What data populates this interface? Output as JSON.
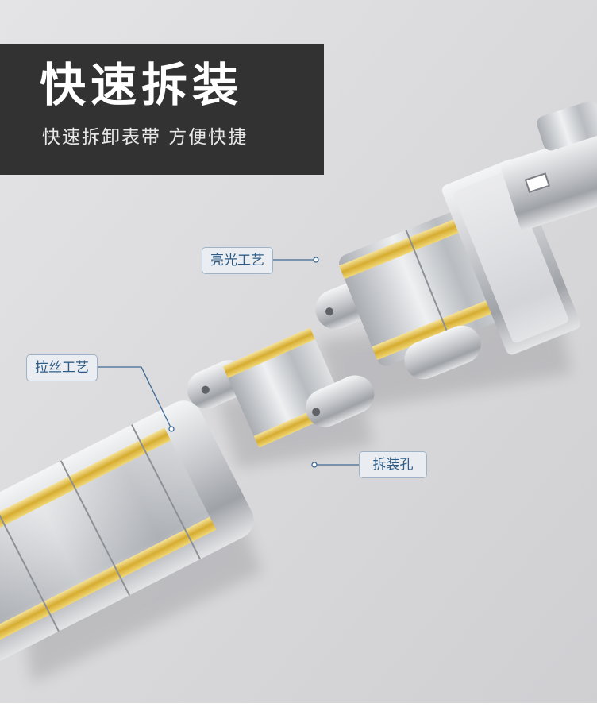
{
  "header": {
    "title": "快速拆装",
    "subtitle": "快速拆卸表带  方便快捷"
  },
  "callouts": {
    "polished": "亮光工艺",
    "brushed": "拉丝工艺",
    "hole": "拆装孔"
  },
  "colors": {
    "background": "#d9d9db",
    "header_box": "#323232",
    "gold": "#d8b138",
    "steel": "#c9cbce",
    "callout_text": "#2f5c86"
  }
}
